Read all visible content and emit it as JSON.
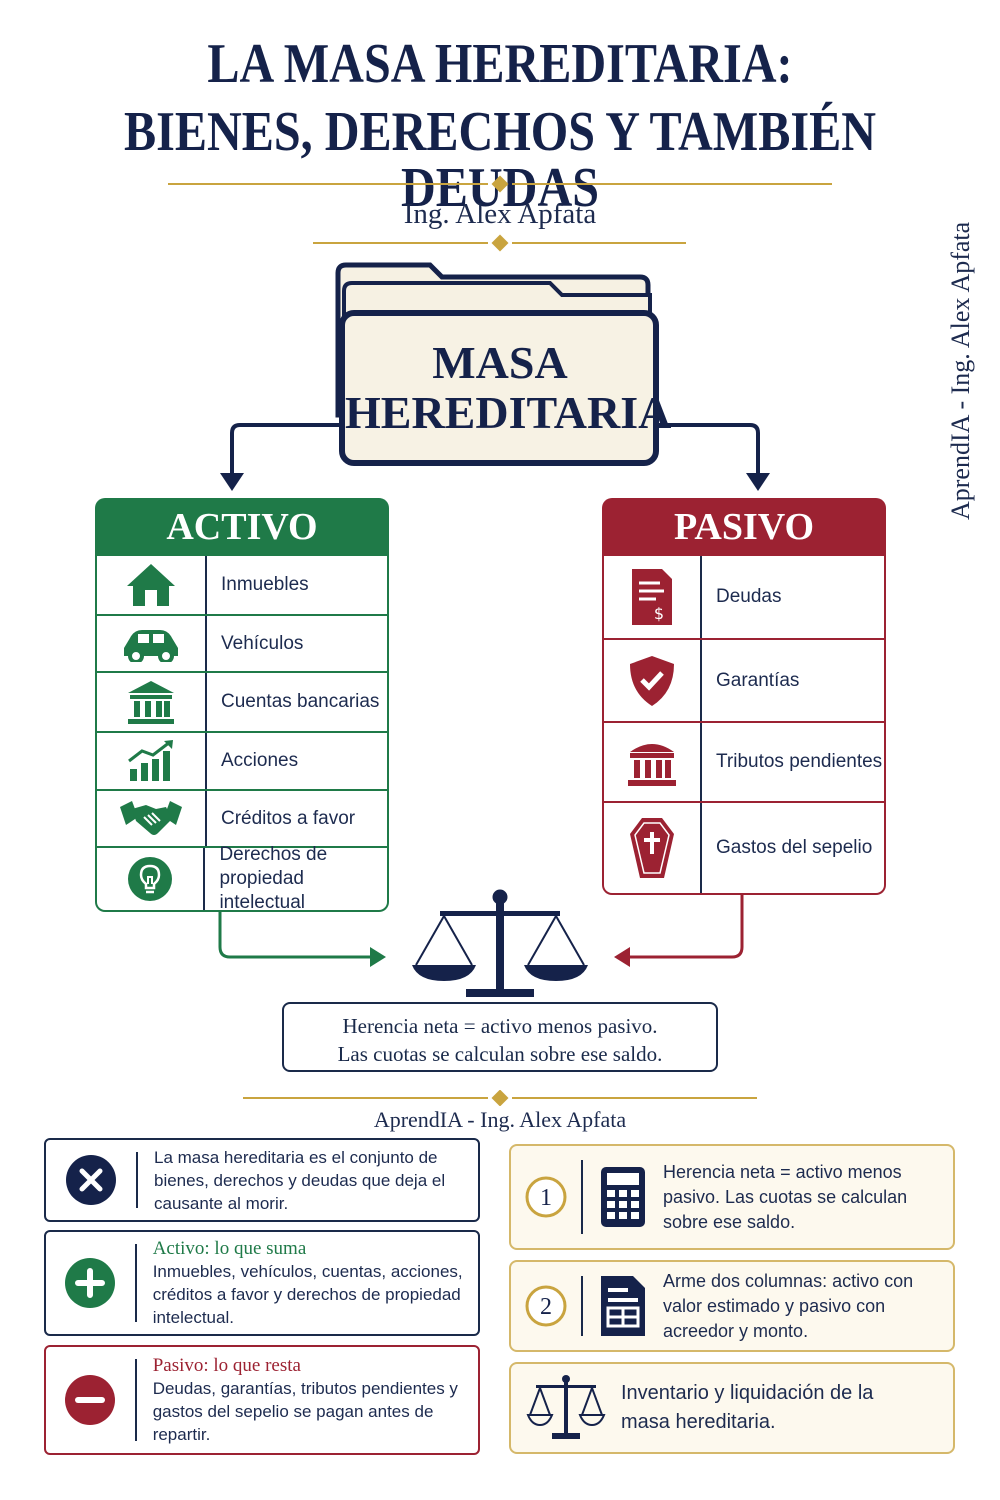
{
  "title": {
    "line1": "LA MASA HEREDITARIA:",
    "line2": "BIENES, DERECHOS Y TAMBIÉN DEUDAS"
  },
  "author": "Ing. Alex Apfata",
  "side_watermark": "AprendIA - Ing. Alex Apfata",
  "folder": {
    "line1": "MASA",
    "line2": "HEREDITARIA"
  },
  "activo": {
    "title": "ACTIVO",
    "color": "#1f7a48",
    "items": [
      {
        "icon": "house-icon",
        "label": "Inmuebles"
      },
      {
        "icon": "car-icon",
        "label": "Vehículos"
      },
      {
        "icon": "bank-icon",
        "label": "Cuentas bancarias"
      },
      {
        "icon": "growth-chart-icon",
        "label": "Acciones"
      },
      {
        "icon": "handshake-icon",
        "label": "Créditos a favor"
      },
      {
        "icon": "lightbulb-icon",
        "label": "Derechos de propiedad intelectual"
      }
    ]
  },
  "pasivo": {
    "title": "PASIVO",
    "color": "#9c2232",
    "items": [
      {
        "icon": "invoice-icon",
        "label": "Deudas"
      },
      {
        "icon": "shield-check-icon",
        "label": "Garantías"
      },
      {
        "icon": "government-building-icon",
        "label": "Tributos pendientes"
      },
      {
        "icon": "coffin-icon",
        "label": "Gastos del sepelio"
      }
    ]
  },
  "formula": {
    "line1": "Herencia neta = activo menos pasivo.",
    "line2": "Las cuotas se calculan sobre ese saldo."
  },
  "footer_label": "AprendIA - Ing. Alex Apfata",
  "left_cards": [
    {
      "icon": "close-circle-icon",
      "heading": "",
      "text": "La masa hereditaria es el conjunto de bienes, derechos y deudas que deja el causante al morir."
    },
    {
      "icon": "plus-circle-icon",
      "heading": "Activo: lo que suma",
      "text": "Inmuebles, vehículos, cuentas, acciones, créditos a favor y derechos de propiedad intelectual."
    },
    {
      "icon": "minus-circle-icon",
      "heading": "Pasivo: lo que resta",
      "text": "Deudas, garantías, tributos pendientes y gastos del sepelio se pagan antes de repartir."
    }
  ],
  "right_cards": [
    {
      "number": "1",
      "icon": "calculator-icon",
      "text": "Herencia neta = activo menos pasivo. Las cuotas se calculan sobre ese saldo."
    },
    {
      "number": "2",
      "icon": "form-document-icon",
      "text": "Arme dos columnas: activo con valor estimado y pasivo con acreedor y monto."
    },
    {
      "number": "",
      "icon": "scales-icon",
      "text": "Inventario y liquidación de la masa hereditaria."
    }
  ],
  "colors": {
    "navy": "#15224a",
    "gold": "#c9a43f",
    "green": "#1f7a48",
    "red": "#9c2232"
  }
}
